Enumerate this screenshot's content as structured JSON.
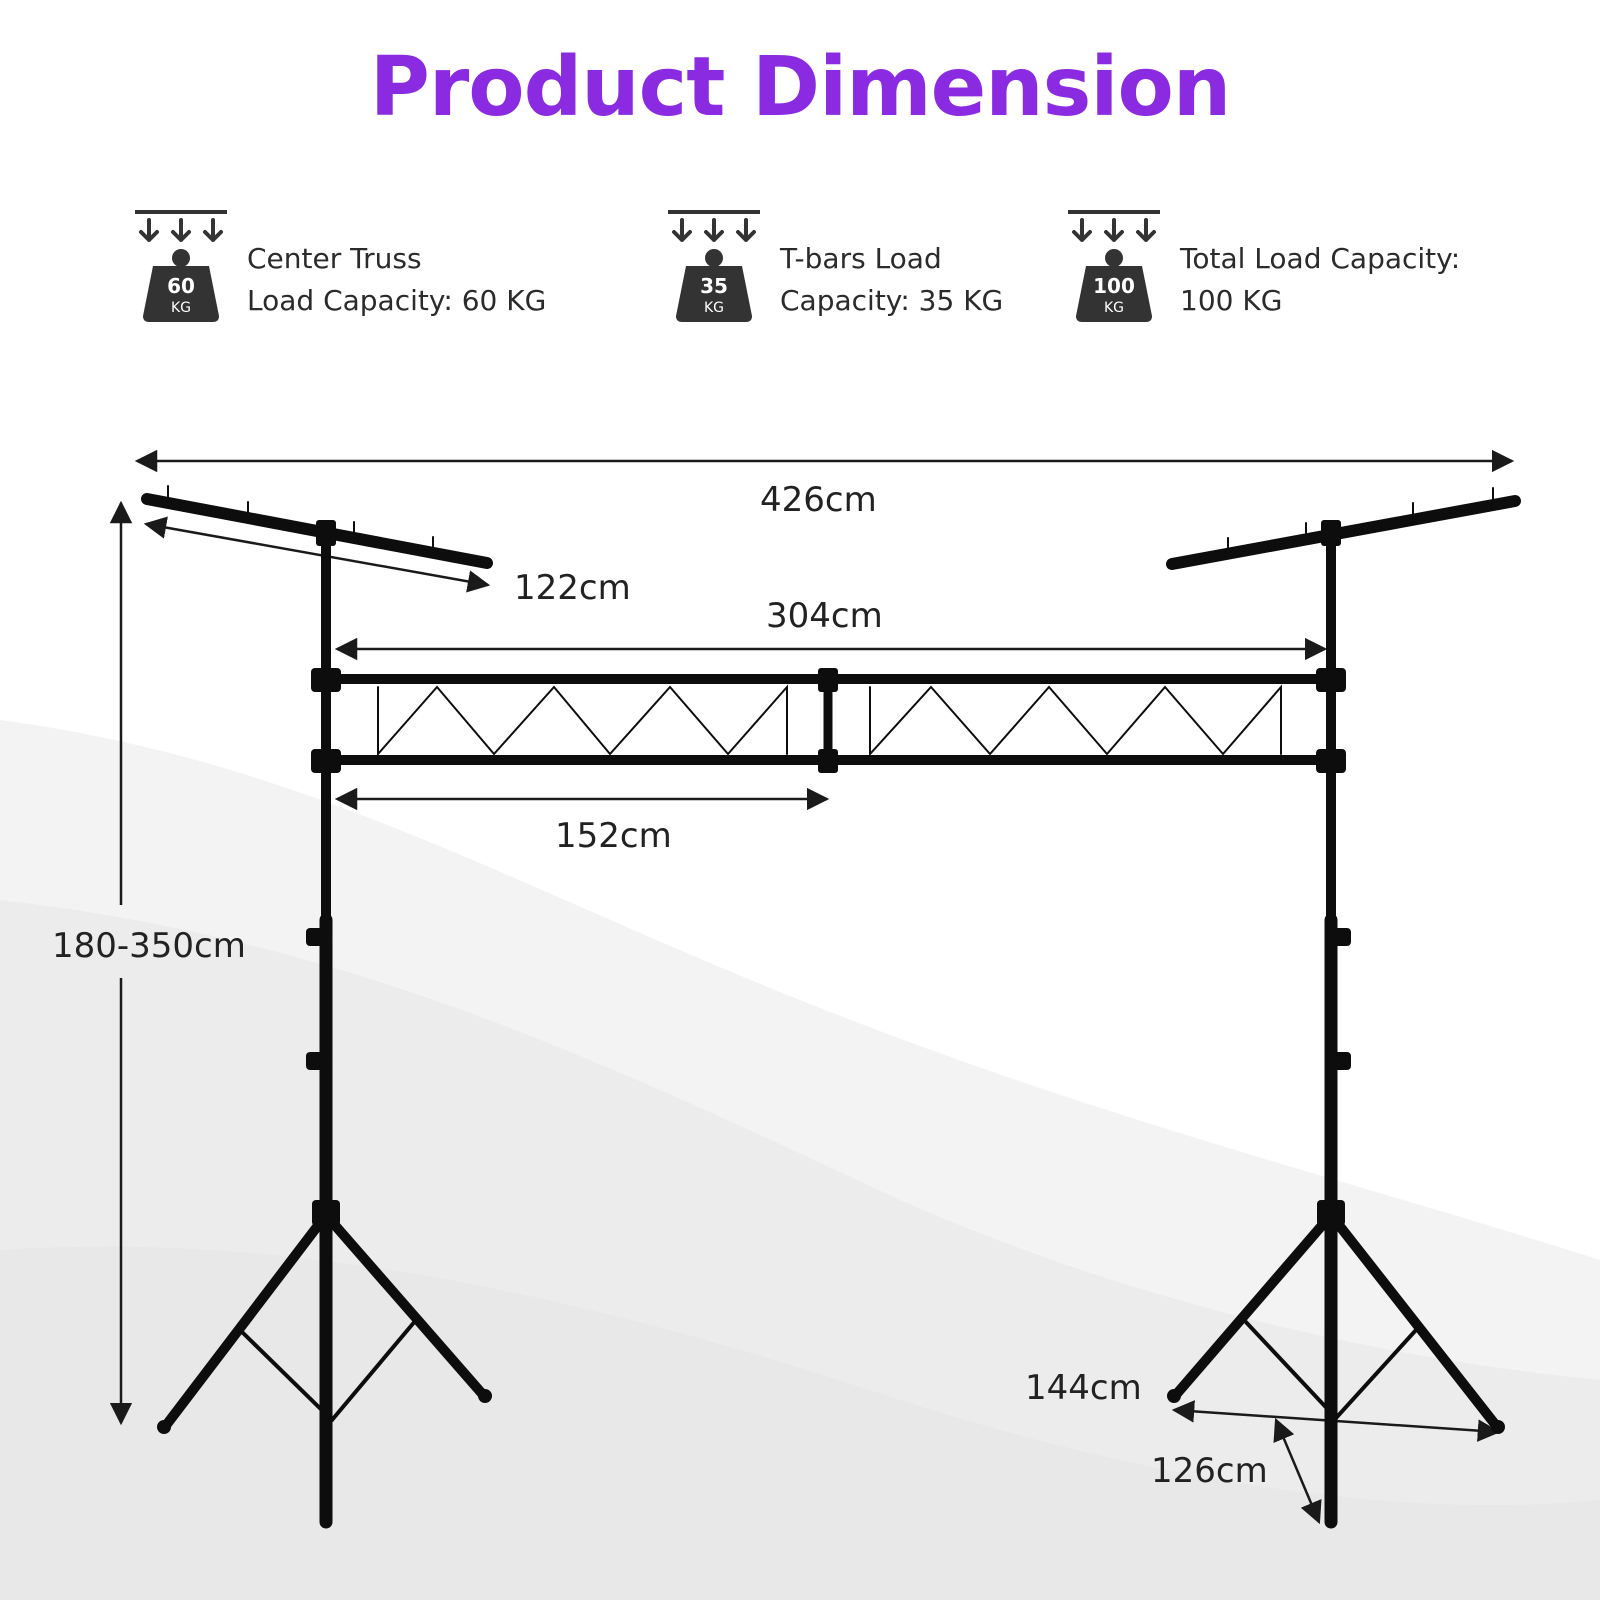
{
  "title": "Product Dimension",
  "colors": {
    "title": "#8a2be2",
    "icon": "#333333",
    "stand": "#0d0d0d",
    "dimension_line": "#1a1a1a"
  },
  "specs": [
    {
      "icon": "weight-icon",
      "weight_value": "60",
      "weight_unit": "KG",
      "line1": "Center Truss",
      "line2": "Load Capacity: 60 KG"
    },
    {
      "icon": "weight-icon",
      "weight_value": "35",
      "weight_unit": "KG",
      "line1": "T-bars Load",
      "line2": "Capacity: 35 KG"
    },
    {
      "icon": "weight-icon",
      "weight_value": "100",
      "weight_unit": "KG",
      "line1": "Total Load Capacity:",
      "line2": "100 KG"
    }
  ],
  "dimensions": {
    "total_width": "426cm",
    "tbar_length": "122cm",
    "truss_width": "304cm",
    "truss_section": "152cm",
    "height": "180-350cm",
    "tripod_span": "144cm",
    "tripod_depth": "126cm"
  }
}
